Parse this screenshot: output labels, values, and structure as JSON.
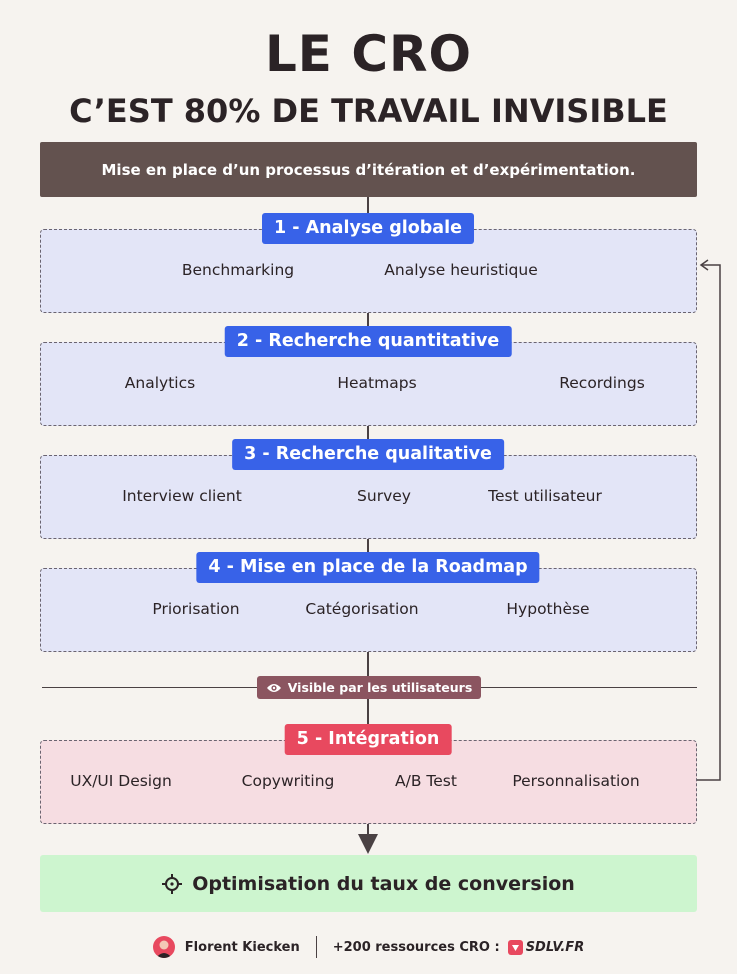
{
  "header": {
    "title_line1": "LE CRO",
    "title_line2": "C’EST 80% DE TRAVAIL INVISIBLE"
  },
  "banner": {
    "text": "Mise en place d’un processus d’itération et d’expérimentation."
  },
  "sections": [
    {
      "label": "1 - Analyse globale",
      "items": [
        "Benchmarking",
        "Analyse heuristique"
      ]
    },
    {
      "label": "2 - Recherche quantitative",
      "items": [
        "Analytics",
        "Heatmaps",
        "Recordings"
      ]
    },
    {
      "label": "3 - Recherche qualitative",
      "items": [
        "Interview client",
        "Survey",
        "Test utilisateur"
      ]
    },
    {
      "label": "4 - Mise en place de la Roadmap",
      "items": [
        "Priorisation",
        "Catégorisation",
        "Hypothèse"
      ]
    },
    {
      "label": "5 - Intégration",
      "items": [
        "UX/UI Design",
        "Copywriting",
        "A/B Test",
        "Personnalisation"
      ]
    }
  ],
  "visibility_divider": {
    "label": "Visible par les utilisateurs"
  },
  "result": {
    "text": "Optimisation du taux de conversion"
  },
  "footer": {
    "author": "Florent Kiecken",
    "resources": "+200 ressources CRO :",
    "site": "SDLV.FR"
  },
  "colors": {
    "background": "#f6f3ef",
    "banner": "#63524f",
    "blue_badge": "#3862e8",
    "pink_badge": "#e8495f",
    "blue_section": "#e3e5f7",
    "pink_section": "#f6dde2",
    "result": "#cdf5cf",
    "visible_badge": "#8b5560"
  }
}
